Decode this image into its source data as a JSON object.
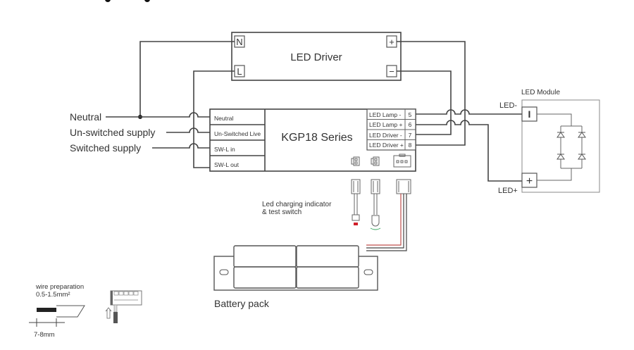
{
  "title_fragment": "...ing diagram",
  "inputs": {
    "neutral": "Neutral",
    "unswitched": "Un-switched supply",
    "switched": "Switched supply"
  },
  "driver": {
    "title": "LED Driver",
    "terminal_n": "N",
    "terminal_l": "L",
    "terminal_plus": "+",
    "terminal_minus": "−"
  },
  "kgp": {
    "title": "KGP18 Series",
    "left_terminals": [
      "Neutral",
      "Un-Switched Live",
      "SW-L  in",
      "SW-L  out"
    ],
    "right_terminals": [
      {
        "label": "LED Lamp -",
        "num": "5"
      },
      {
        "label": "LED Lamp +",
        "num": "6"
      },
      {
        "label": "LED Driver -",
        "num": "7"
      },
      {
        "label": "LED Driver +",
        "num": "8"
      }
    ]
  },
  "module": {
    "title": "LED  Module",
    "minus_label": "LED-",
    "plus_label": "LED+",
    "minus_symbol": "I",
    "plus_symbol": "+"
  },
  "indicator": {
    "line1": "Led  charging  indicator",
    "line2": "& test switch"
  },
  "battery": {
    "label": "Battery pack"
  },
  "wire_prep": {
    "title": "wire preparation",
    "gauge": "0.5-1.5mm²",
    "strip_length": "7-8mm"
  },
  "colors": {
    "wire": "#444444",
    "red_wire": "#c0504d",
    "red_led": "#d0202a",
    "green_led": "#3aa860"
  }
}
